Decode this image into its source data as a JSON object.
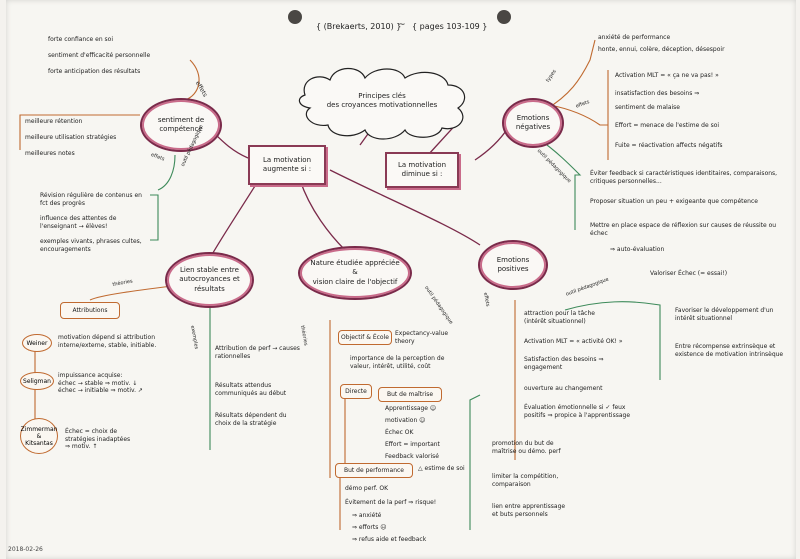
{
  "colors": {
    "ink": "#222222",
    "maroon": "#7a2a4a",
    "pink": "#c96b8a",
    "orange": "#c06a30",
    "green": "#3d8a5a",
    "paper": "#f7f6f2"
  },
  "header": {
    "ref_left": "{ (Brekaerts, 2010) }",
    "tilde": "~",
    "ref_right": "{ pages 103-109 }"
  },
  "cloud_title": "Principes clés\ndes croyances motivationnelles",
  "center_box": "La motivation\naugmente si :",
  "right_box": "La motivation\ndiminue si :",
  "nodes": {
    "sentiment": "sentiment de\ncompétence",
    "lien": "Lien stable entre\nautocroyances et\nrésultats",
    "nature": "Nature étudiée appréciée\n&\nvision claire de l'objectif",
    "emo_pos": "Emotions\npositives",
    "emo_neg": "Emotions\nnégatives"
  },
  "top_left": [
    "forte confiance en soi",
    "sentiment d'efficacité personnelle",
    "forte anticipation des résultats"
  ],
  "left_list": [
    "meilleure rétention",
    "meilleure utilisation stratégies",
    "meilleures notes"
  ],
  "outil_left": [
    "Révision régulière de contenus en fct des progrès",
    "influence des attentes de l'enseignant → élèves!",
    "exemples vivants, phrases cultes, encouragements"
  ],
  "attrib_box": "Attributions",
  "authors": {
    "weiner": "Weiner",
    "weiner_txt": "motivation dépend si attribution\ninterne/externe, stable, initiable.",
    "seligman": "Seligman",
    "seligman_txt": "impuissance acquise:\néchec → stable ⇒ motiv. ↓\néchec → initiable ⇒ motiv. ↗",
    "zimmerman": "Zimmerman\n&\nKitsantas",
    "zimmerman_txt": "Échec = choix de\nstratégies inadaptées\n⇒ motiv. ↑"
  },
  "lien_list": [
    "Attribution de perf → causes rationnelles",
    "Résultats attendus communiqués au début",
    "Résultats dépendent du choix de la stratégie"
  ],
  "nature_items": {
    "but_ecole": "Objectif & École",
    "expectancy": "Expectancy-value\ntheory",
    "exp_txt": "importance de la perception de\nvaleur, intérêt, utilité, coût",
    "directe": "Directe",
    "but_maitrise": "But de maîtrise",
    "maitrise_list": [
      "Apprentissage ☺",
      "motivation ☺",
      "Échec OK",
      "Effort = important",
      "Feedback valorisé"
    ],
    "but_perf": "But de performance",
    "estime": "△ estime de soi",
    "perf_list": [
      "démo perf. OK",
      "Évitement de la perf ⇒ risque!",
      "⇒ anxiété",
      "⇒ efforts ☹",
      "⇒ refus aide et feedback"
    ]
  },
  "outil_mid": [
    "promotion du but de maîtrise ou démo. perf",
    "limiter la compétition, comparaison",
    "lien entre apprentissage et buts personnels"
  ],
  "emo_pos_list": [
    "attraction pour la tâche (intérêt situationnel)",
    "Activation MLT = « activité OK! »",
    "Satisfaction des besoins ⇒ engagement",
    "ouverture au changement",
    "Évaluation émotionnelle si ✓ feux positifs ⇒ propice à l'apprentissage"
  ],
  "outil_right": [
    "Favoriser le développement d'un intérêt situationnel",
    "Entre récompense extrinsèque et existence de motivation intrinsèque"
  ],
  "neg_top": [
    "anxiété de performance",
    "honte, ennui, colère, déception, désespoir"
  ],
  "neg_effets": [
    "Activation MLT = « ça ne va pas! »",
    "insatisfaction des besoins ⇒",
    "sentiment de malaise",
    "Effort = menace de l'estime de soi",
    "Fuite = réactivation affects négatifs"
  ],
  "neg_outil": [
    "Éviter feedback si caractéristiques identitaires, comparaisons, critiques personnelles...",
    "Proposer situation un peu + exigeante que compétence",
    "Mettre en place espace de réflexion sur causes de réussite ou échec",
    "⇒ auto-évaluation",
    "Valoriser Échec (= essai!)"
  ],
  "branch_labels": {
    "effets": "effets",
    "outil": "outil pédagogique",
    "theorie": "théorie",
    "types": "types",
    "exemples": "exemples",
    "theories": "théories"
  },
  "date": "2018-02-26"
}
